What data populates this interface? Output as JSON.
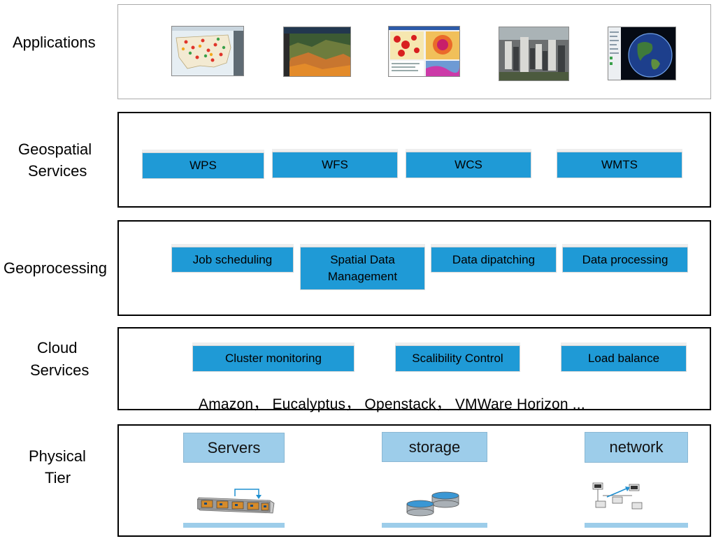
{
  "layers": {
    "applications": {
      "label": "Applications"
    },
    "geospatial": {
      "label_line1": "Geospatial",
      "label_line2": "Services",
      "services": [
        "WPS",
        "WFS",
        "WCS",
        "WMTS"
      ]
    },
    "geoprocessing": {
      "label": "Geoprocessing",
      "modules": [
        "Job scheduling",
        "Spatial Data",
        "Management",
        "Data dipatching",
        "Data processing"
      ]
    },
    "cloud": {
      "label_line1": "Cloud",
      "label_line2": "Services",
      "modules": [
        "Cluster monitoring",
        "Scalibility Control",
        "Load balance"
      ],
      "vendors": "Amazon， Eucalyptus， Openstack， VMWare Horizon ..."
    },
    "physical": {
      "label_line1": "Physical",
      "label_line2": "Tier",
      "resources": [
        "Servers",
        "storage",
        "network"
      ]
    }
  },
  "colors": {
    "module_blue": "#1f9ad6",
    "resource_blue": "#9dcdea"
  }
}
